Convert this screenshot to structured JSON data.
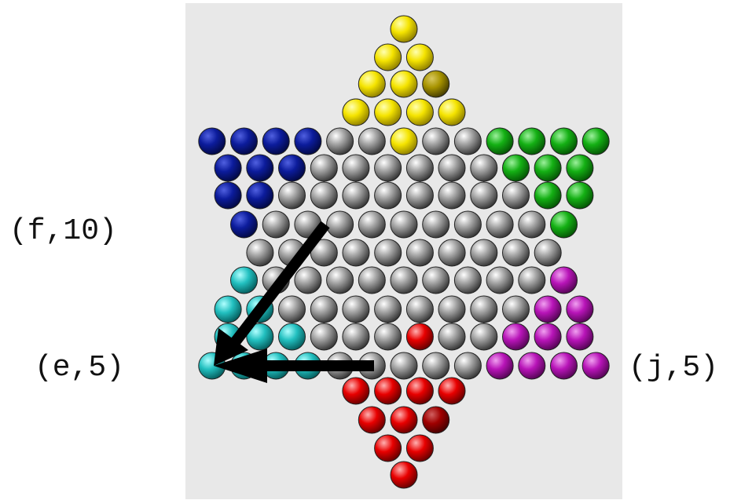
{
  "labels": {
    "f10": "(f,10)",
    "e5": "(e,5)",
    "j5": "(j,5)"
  },
  "colors": {
    "board": "#e8e8e8",
    "yellow": "#f0e000",
    "blue": "#0a1a8c",
    "green": "#12a012",
    "cyan": "#1fb8b8",
    "magenta": "#b010b0",
    "red": "#e00000",
    "empty": "#9a9a9a",
    "arrow": "#000000"
  },
  "board": {
    "yellow_marbles": 10,
    "blue_marbles": 10,
    "green_marbles": 10,
    "cyan_marbles": 10,
    "magenta_marbles": 10,
    "red_marbles": 10,
    "moves": [
      {
        "from": "(f,10)",
        "to": "(e,5)"
      },
      {
        "from": "(j,5)",
        "to": "(e,5)"
      }
    ]
  }
}
